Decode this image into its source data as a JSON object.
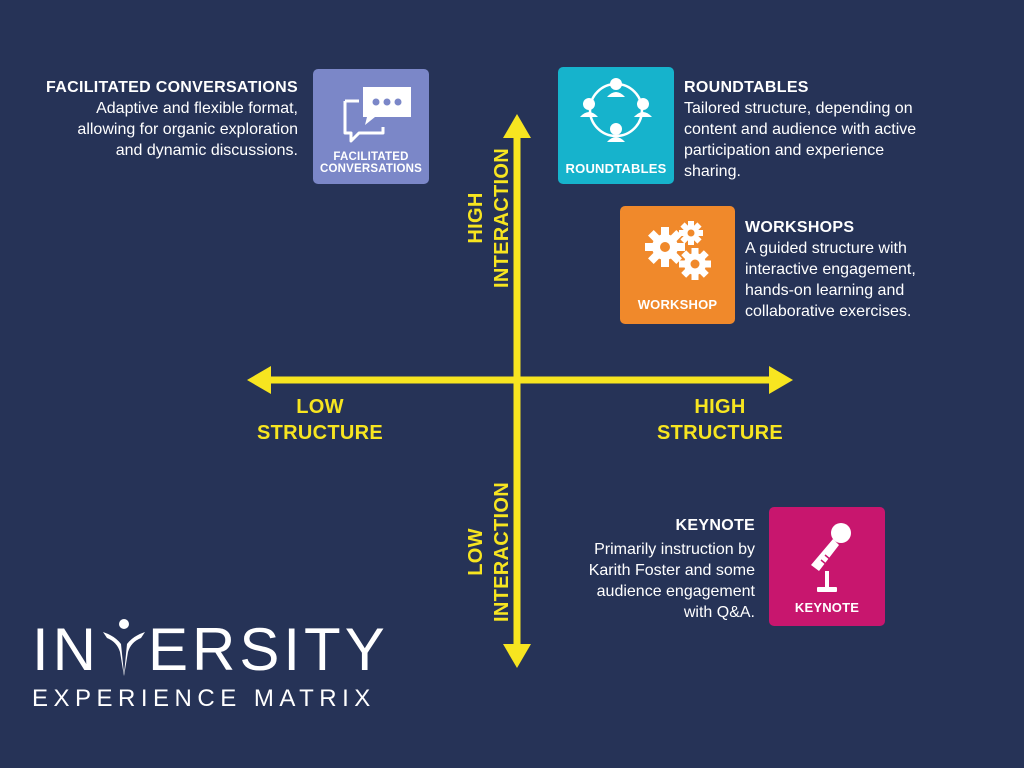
{
  "axes": {
    "color": "#f7e520",
    "high_interaction": [
      "HIGH",
      "INTERACTION"
    ],
    "low_interaction": [
      "LOW",
      "INTERACTION"
    ],
    "low_structure": [
      "LOW",
      "STRUCTURE"
    ],
    "high_structure": [
      "HIGH",
      "STRUCTURE"
    ]
  },
  "items": {
    "facilitated": {
      "title": "FACILITATED CONVERSATIONS",
      "description": [
        "Adaptive and flexible format,",
        "allowing for organic exploration",
        "and dynamic discussions."
      ],
      "tile_label": [
        "FACILITATED",
        "CONVERSATIONS"
      ],
      "color": "#7b87c8",
      "icon": "chat-bubbles-icon"
    },
    "roundtables": {
      "title": "ROUNDTABLES",
      "description": [
        "Tailored structure, depending on",
        "content and audience with active",
        "participation and experience",
        "sharing."
      ],
      "tile_label": "ROUNDTABLES",
      "color": "#16b3cc",
      "icon": "people-circle-icon"
    },
    "workshops": {
      "title": "WORKSHOPS",
      "description": [
        "A guided structure with",
        "interactive engagement,",
        "hands-on learning and",
        "collaborative exercises."
      ],
      "tile_label": "WORKSHOP",
      "color": "#f0892b",
      "icon": "gears-icon"
    },
    "keynote": {
      "title": "KEYNOTE",
      "description": [
        "Primarily instruction by",
        "Karith Foster and some",
        "audience engagement",
        "with Q&A."
      ],
      "tile_label": "KEYNOTE",
      "color": "#c8166e",
      "icon": "microphone-icon"
    }
  },
  "brand": {
    "name_left": "IN",
    "name_right": "ERSITY",
    "subtitle": "EXPERIENCE MATRIX",
    "logo_icon": "v-figure-logo-icon"
  }
}
